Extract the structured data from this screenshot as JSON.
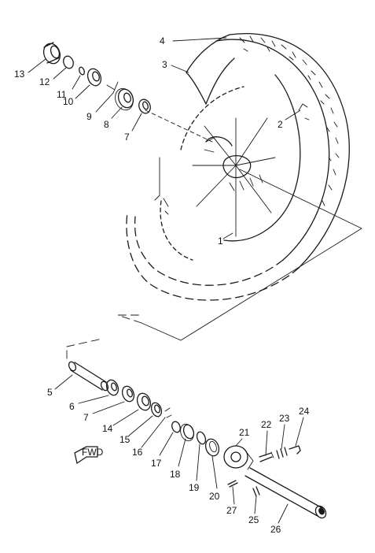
{
  "labels": {
    "l1": "1",
    "l2": "2",
    "l3": "3",
    "l4": "4",
    "l5": "5",
    "l6": "6",
    "l7a": "7",
    "l7b": "7",
    "l8": "8",
    "l9": "9",
    "l10": "10",
    "l11": "11",
    "l12": "12",
    "l13": "13",
    "l14": "14",
    "l15": "15",
    "l16": "16",
    "l17": "17",
    "l18": "18",
    "l19": "19",
    "l20": "20",
    "l21": "21",
    "l22": "22",
    "l23": "23",
    "l24": "24",
    "l25": "25",
    "l26": "26",
    "l27": "27"
  },
  "fwd_badge": "FWD"
}
